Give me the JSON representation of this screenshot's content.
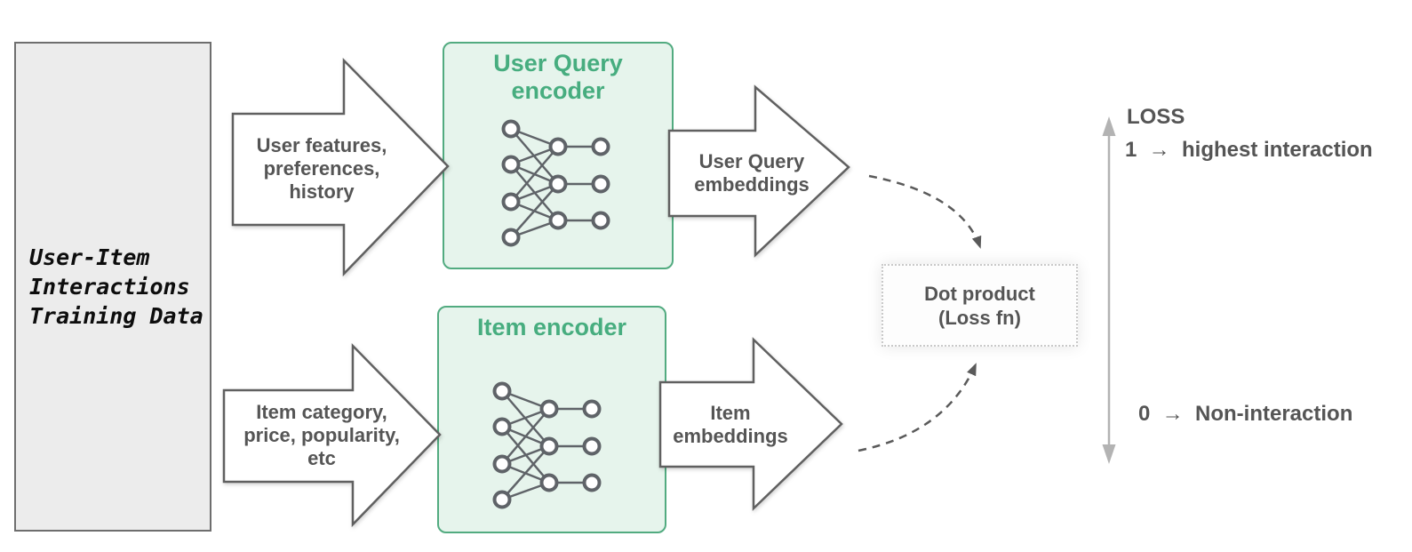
{
  "training_box": {
    "label": "User-Item\nInteractions\nTraining Data"
  },
  "arrows": {
    "user_features": {
      "label": "User features,\npreferences,\nhistory"
    },
    "user_query_embeddings": {
      "label": "User Query\nembeddings"
    },
    "item_features": {
      "label": "Item category,\nprice, popularity,\netc"
    },
    "item_embeddings": {
      "label": "Item\nembeddings"
    }
  },
  "encoders": {
    "user_query": {
      "title": "User Query\nencoder"
    },
    "item": {
      "title": "Item encoder"
    }
  },
  "dot_product": {
    "label": "Dot product\n(Loss fn)"
  },
  "loss": {
    "title": "LOSS",
    "high": "1  →  highest interaction",
    "low": "0  →  Non-interaction"
  },
  "icons": {
    "neural_network": "neural-network-icon",
    "dashed_connector": "curved-dashed-arrow-icon",
    "loss_axis": "double-headed-vertical-arrow-icon"
  },
  "colors": {
    "accent_green": "#47ad7f",
    "encoder_border_green": "#52ab80",
    "encoder_fill_green": "#e6f4ec",
    "text_gray": "#555555",
    "outline_gray": "#606060",
    "node_gray": "#5f6368",
    "axis_gray": "#b3b3b3",
    "training_box_fill": "#ececec"
  }
}
